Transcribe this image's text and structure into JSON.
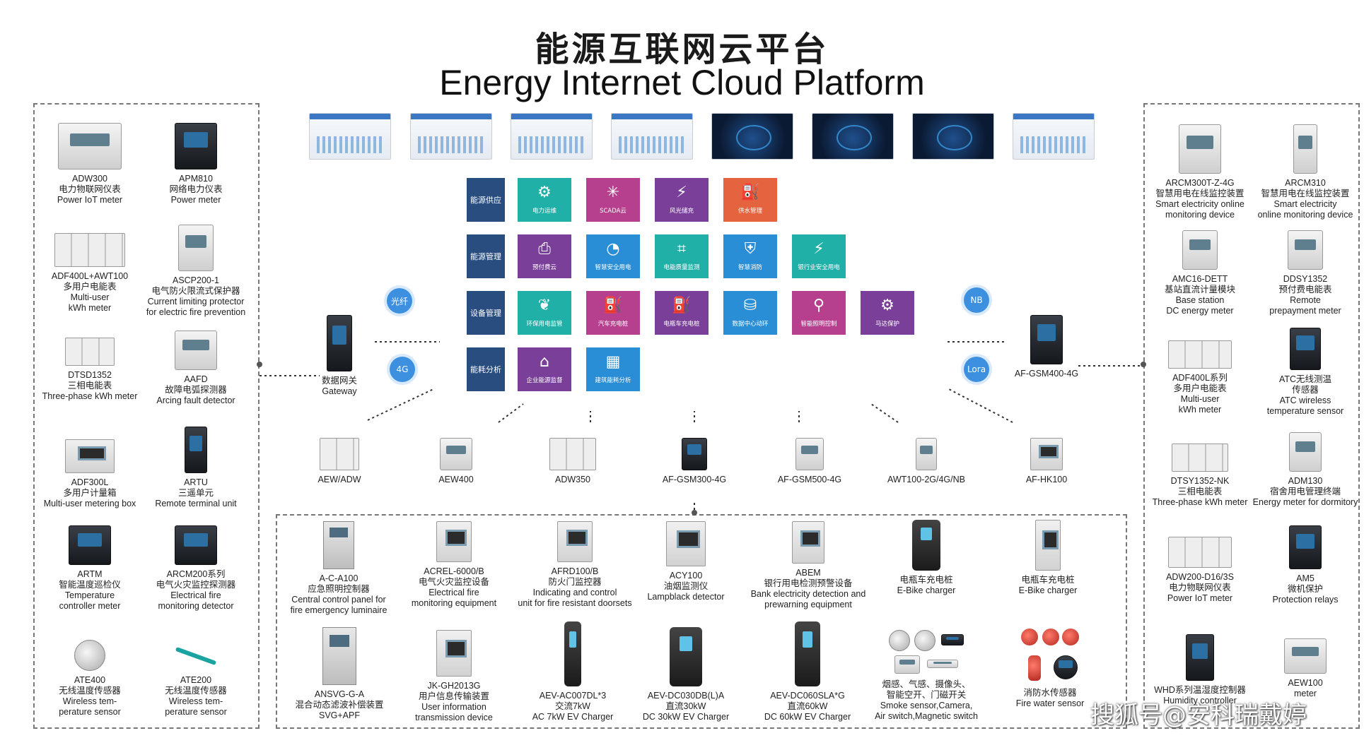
{
  "title": {
    "cn": "能源互联网云平台",
    "en": "Energy Internet Cloud Platform"
  },
  "left_devices": [
    {
      "model": "ADW300",
      "cn": "电力物联网仪表",
      "en": [
        "Power IoT meter"
      ],
      "shape": "meter"
    },
    {
      "model": "APM810",
      "cn": "网络电力仪表",
      "en": [
        "Power meter"
      ],
      "shape": "dark"
    },
    {
      "model": "ADF400L+AWT100",
      "cn": "多用户电能表",
      "en": [
        "Multi-user",
        "kWh meter"
      ],
      "shape": "rail"
    },
    {
      "model": "ASCP200-1",
      "cn": "电气防火限流式保护器",
      "en": [
        "Current limiting protector",
        "for electric fire prevention"
      ],
      "shape": "meter"
    },
    {
      "model": "DTSD1352",
      "cn": "三相电能表",
      "en": [
        "Three-phase kWh meter"
      ],
      "shape": "rail"
    },
    {
      "model": "AAFD",
      "cn": "故障电弧探测器",
      "en": [
        "Arcing fault detector"
      ],
      "shape": "meter"
    },
    {
      "model": "ADF300L",
      "cn": "多用户计量箱",
      "en": [
        "Multi-user metering box"
      ],
      "shape": "panel"
    },
    {
      "model": "ARTU",
      "cn": "三遥单元",
      "en": [
        "Remote terminal unit"
      ],
      "shape": "dark"
    },
    {
      "model": "ARTM",
      "cn": "智能温度巡检仪",
      "en": [
        "Temperature",
        "controller meter"
      ],
      "shape": "dark"
    },
    {
      "model": "ARCM200系列",
      "cn": "电气火灾监控探测器",
      "en": [
        "Electrical fire",
        "monitoring detector"
      ],
      "shape": "dark"
    },
    {
      "model": "ATE400",
      "cn": "无线温度传感器",
      "en": [
        "Wireless tem-",
        "perature sensor"
      ],
      "shape": "sensor"
    },
    {
      "model": "ATE200",
      "cn": "无线温度传感器",
      "en": [
        "Wireless tem-",
        "perature sensor"
      ],
      "shape": "sensor"
    }
  ],
  "right_devices": [
    {
      "model": "ARCM300T-Z-4G",
      "cn": "智慧用电在线监控装置",
      "en": [
        "Smart electricity online",
        "monitoring device"
      ],
      "shape": "meter"
    },
    {
      "model": "ARCM310",
      "cn": "智慧用电在线监控装置",
      "en": [
        "Smart electricity",
        "online monitoring device"
      ],
      "shape": "meter"
    },
    {
      "model": "AMC16-DETT",
      "cn": "基站直流计量模块",
      "en": [
        "Base station",
        "DC energy meter"
      ],
      "shape": "meter"
    },
    {
      "model": "DDSY1352",
      "cn": "预付费电能表",
      "en": [
        "Remote",
        "prepayment meter"
      ],
      "shape": "meter"
    },
    {
      "model": "ADF400L系列",
      "cn": "多用户电能表",
      "en": [
        "Multi-user",
        "kWh meter"
      ],
      "shape": "rail"
    },
    {
      "model": "ATC无线测温",
      "cn": "传感器",
      "en": [
        "ATC wireless",
        "temperature sensor"
      ],
      "shape": "dark"
    },
    {
      "model": "DTSY1352-NK",
      "cn": "三相电能表",
      "en": [
        "Three-phase kWh meter"
      ],
      "shape": "rail"
    },
    {
      "model": "ADM130",
      "cn": "宿舍用电管理终端",
      "en": [
        "Energy meter for dormitory"
      ],
      "shape": "meter"
    },
    {
      "model": "ADW200-D16/3S",
      "cn": "电力物联网仪表",
      "en": [
        "Power IoT meter"
      ],
      "shape": "rail"
    },
    {
      "model": "AM5",
      "cn": "微机保护",
      "en": [
        "Protection relays"
      ],
      "shape": "dark"
    },
    {
      "model": "WHD系列温湿度控制器",
      "cn": "",
      "en": [
        "Humidity controller"
      ],
      "shape": "dark"
    },
    {
      "model": "AEW100",
      "cn": "",
      "en": [
        "meter"
      ],
      "shape": "meter"
    }
  ],
  "screens": [
    "light",
    "light",
    "light",
    "light",
    "dark",
    "dark",
    "dark",
    "light"
  ],
  "platform": {
    "rows": [
      {
        "label": "能源供应",
        "color": "#2a4d7f",
        "tiles": [
          {
            "name": "电力运维",
            "icon": "⚙",
            "color": "#20b0a8"
          },
          {
            "name": "SCADA云",
            "icon": "✳",
            "color": "#b63f8e"
          },
          {
            "name": "风光储充",
            "icon": "⚡",
            "color": "#7a3f99"
          },
          {
            "name": "供水管理",
            "icon": "⛽",
            "color": "#e5643f"
          }
        ]
      },
      {
        "label": "能源管理",
        "color": "#2a4d7f",
        "tiles": [
          {
            "name": "预付费云",
            "icon": "⎙",
            "color": "#7a3f99"
          },
          {
            "name": "智慧安全用电",
            "icon": "◔",
            "color": "#2a8ed6"
          },
          {
            "name": "电能质量监测",
            "icon": "⌗",
            "color": "#20b0a8"
          },
          {
            "name": "智慧消防",
            "icon": "⛨",
            "color": "#2a8ed6"
          },
          {
            "name": "银行业安全用电",
            "icon": "⚡",
            "color": "#20b0a8"
          }
        ]
      },
      {
        "label": "设备管理",
        "color": "#2a4d7f",
        "tiles": [
          {
            "name": "环保用电监管",
            "icon": "❦",
            "color": "#20b0a8"
          },
          {
            "name": "汽车充电桩",
            "icon": "⛽",
            "color": "#b63f8e"
          },
          {
            "name": "电瓶车充电桩",
            "icon": "⛽",
            "color": "#7a3f99"
          },
          {
            "name": "数据中心动环",
            "icon": "⛁",
            "color": "#2a8ed6"
          },
          {
            "name": "智能照明控制",
            "icon": "⚲",
            "color": "#b63f8e"
          },
          {
            "name": "马达保护",
            "icon": "⚙",
            "color": "#7a3f99"
          }
        ]
      },
      {
        "label": "能耗分析",
        "color": "#2a4d7f",
        "tiles": [
          {
            "name": "企业能源监督",
            "icon": "⌂",
            "color": "#7a3f99"
          },
          {
            "name": "建筑能耗分析",
            "icon": "▦",
            "color": "#2a8ed6"
          }
        ]
      }
    ]
  },
  "bubbles": {
    "fiber": "光纤",
    "g4": "4G",
    "nb": "NB",
    "lora": "Lora"
  },
  "gateway": {
    "cn": "数据网关",
    "en": "Gateway"
  },
  "gsm400": {
    "label": "AF-GSM400-4G"
  },
  "middle_devices": [
    {
      "label": "AEW/ADW",
      "shape": "rail"
    },
    {
      "label": "AEW400",
      "shape": "meter"
    },
    {
      "label": "ADW350",
      "shape": "rail"
    },
    {
      "label": "AF-GSM300-4G",
      "shape": "dark"
    },
    {
      "label": "AF-GSM500-4G",
      "shape": "meter"
    },
    {
      "label": "AWT100-2G/4G/NB",
      "shape": "meter"
    },
    {
      "label": "AF-HK100",
      "shape": "panel"
    }
  ],
  "bottom_row1": [
    {
      "model": "A-C-A100",
      "cn": "应急照明控制器",
      "en": [
        "Central control panel for",
        "fire emergency luminaire"
      ],
      "shape": "cabinet"
    },
    {
      "model": "ACREL-6000/B",
      "cn": "电气火灾监控设备",
      "en": [
        "Electrical fire",
        "monitoring equipment"
      ],
      "shape": "panel"
    },
    {
      "model": "AFRD100/B",
      "cn": "防火门监控器",
      "en": [
        "Indicating and control",
        "unit for fire resistant doorsets"
      ],
      "shape": "panel"
    },
    {
      "model": "ACY100",
      "cn": "油烟监测仪",
      "en": [
        "Lampblack detector"
      ],
      "shape": "panel"
    },
    {
      "model": "ABEM",
      "cn": "银行用电检测预警设备",
      "en": [
        "Bank electricity detection and",
        "prewarning equipment"
      ],
      "shape": "panel"
    },
    {
      "model": "",
      "cn": "电瓶车充电桩",
      "en": [
        "E-Bike charger"
      ],
      "shape": "charger"
    },
    {
      "model": "",
      "cn": "电瓶车充电桩",
      "en": [
        "E-Bike charger"
      ],
      "shape": "panel"
    }
  ],
  "bottom_row2": [
    {
      "model": "ANSVG-G-A",
      "cn": "混合动态滤波补偿装置",
      "en": [
        "SVG+APF"
      ],
      "shape": "cabinet"
    },
    {
      "model": "JK-GH2013G",
      "cn": "用户信息传输装置",
      "en": [
        "User information",
        "transmission device"
      ],
      "shape": "panel"
    },
    {
      "model": "AEV-AC007DL*3",
      "cn": "交流7kW",
      "en": [
        "AC 7kW EV Charger"
      ],
      "shape": "charger"
    },
    {
      "model": "AEV-DC030DB(L)A",
      "cn": "直流30kW",
      "en": [
        "DC 30kW EV Charger"
      ],
      "shape": "charger"
    },
    {
      "model": "AEV-DC060SLA*G",
      "cn": "直流60kW",
      "en": [
        "DC 60kW EV Charger"
      ],
      "shape": "charger"
    },
    {
      "model": "烟感、气感、摄像头、",
      "cn": "智能空开、门磁开关",
      "en": [
        "Smoke sensor,Camera,",
        "Air switch,Magnetic switch"
      ],
      "shape": "sensor"
    },
    {
      "model": "",
      "cn": "消防水传感器",
      "en": [
        "Fire water sensor"
      ],
      "shape": "red"
    }
  ],
  "watermark": "搜狐号@安科瑞戴婷"
}
